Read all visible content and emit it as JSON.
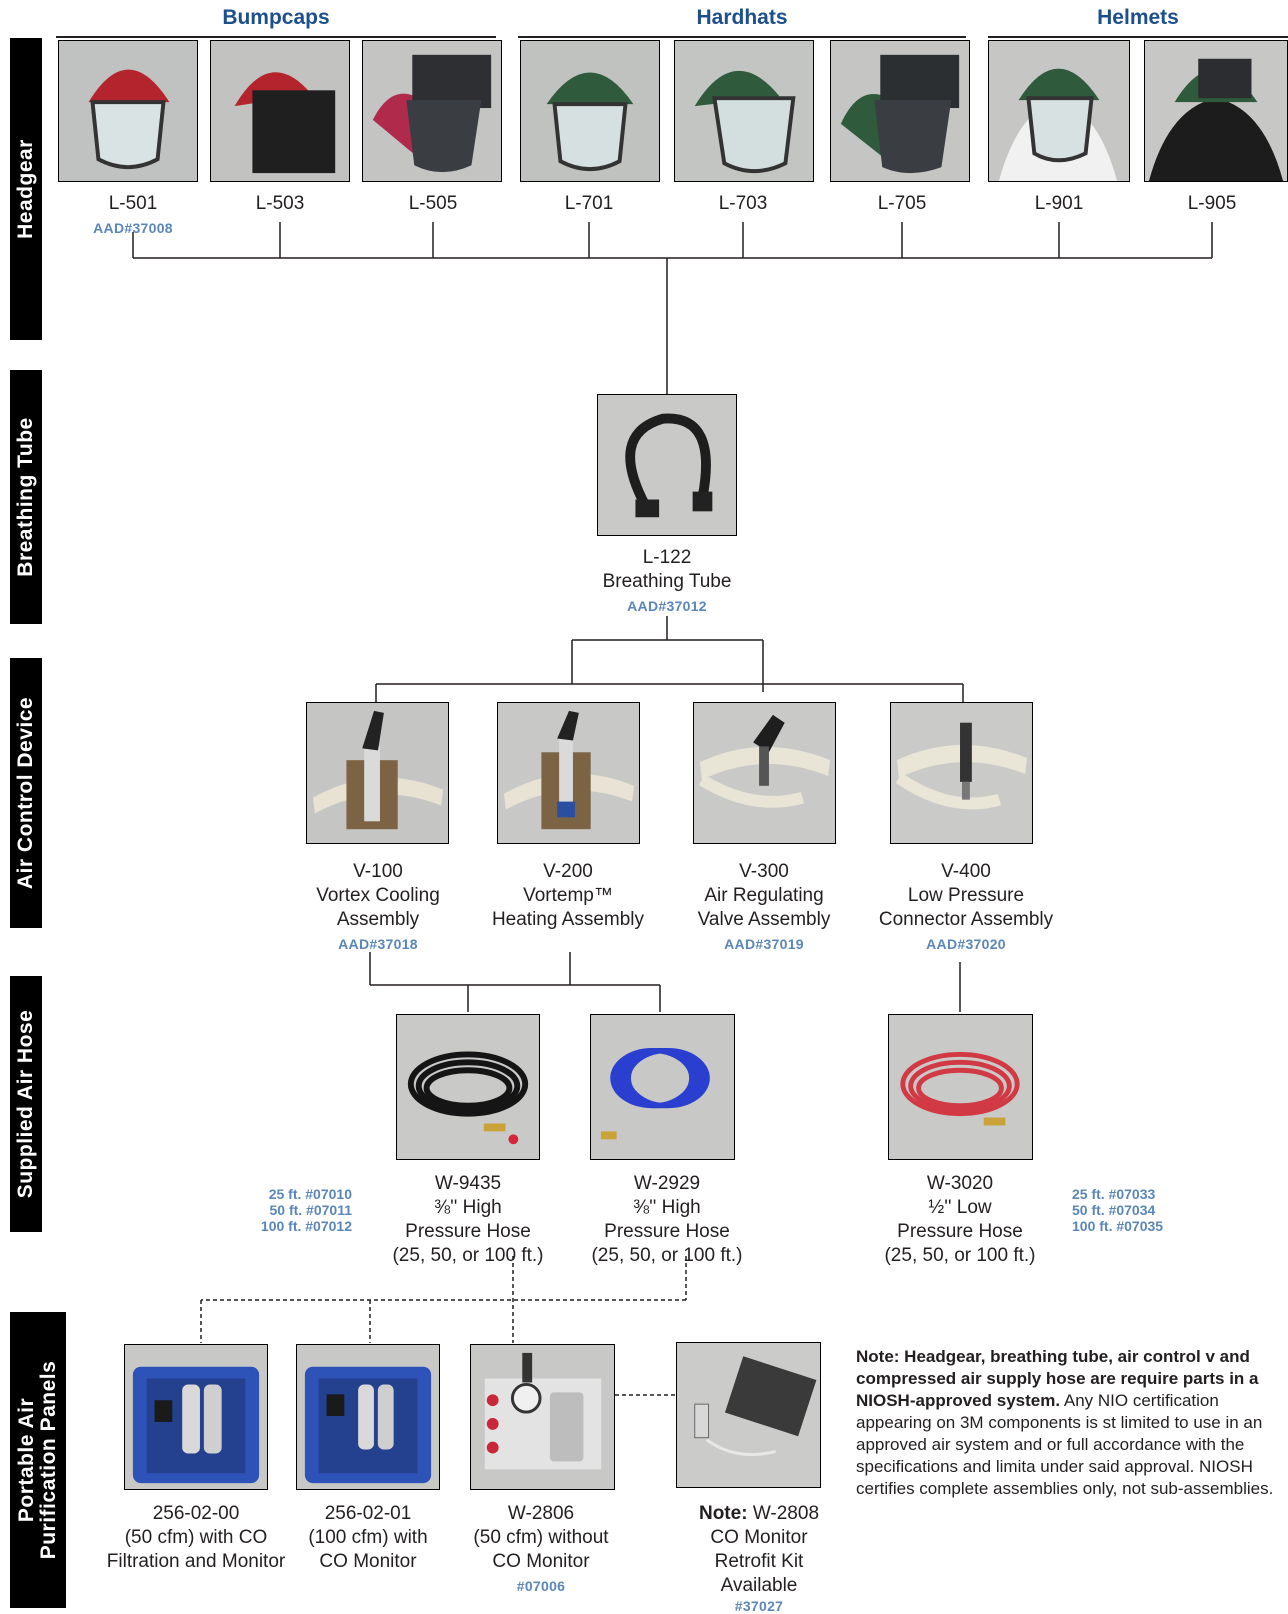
{
  "sections": {
    "headgear": "Headgear",
    "breathing_tube": "Breathing Tube",
    "air_control": "Air Control Device",
    "supplied_hose": "Supplied Air Hose",
    "panels_line1": "Portable Air",
    "panels_line2": "Purification Panels"
  },
  "groups": {
    "bumpcaps": "Bumpcaps",
    "hardhats": "Hardhats",
    "helmets": "Helmets"
  },
  "headgear": [
    {
      "model": "L-501",
      "aad": "AAD#37008"
    },
    {
      "model": "L-503"
    },
    {
      "model": "L-505"
    },
    {
      "model": "L-701"
    },
    {
      "model": "L-703"
    },
    {
      "model": "L-705"
    },
    {
      "model": "L-901"
    },
    {
      "model": "L-905"
    }
  ],
  "tube": {
    "model": "L-122",
    "name": "Breathing Tube",
    "aad": "AAD#37012"
  },
  "control": [
    {
      "model": "V-100",
      "line1": "Vortex Cooling",
      "line2": "Assembly",
      "aad": "AAD#37018"
    },
    {
      "model": "V-200",
      "line1": "Vortemp™",
      "line2": "Heating Assembly"
    },
    {
      "model": "V-300",
      "line1": "Air Regulating",
      "line2": "Valve Assembly",
      "aad": "AAD#37019"
    },
    {
      "model": "V-400",
      "line1": "Low Pressure",
      "line2": "Connector Assembly",
      "aad": "AAD#37020"
    }
  ],
  "hoses": [
    {
      "model": "W-9435",
      "line1": "⅜'' High",
      "line2": "Pressure Hose",
      "line3": "(25, 50, or 100 ft.)"
    },
    {
      "model": "W-2929",
      "line1": "⅜'' High",
      "line2": "Pressure Hose",
      "line3": "(25, 50, or 100 ft.)"
    },
    {
      "model": "W-3020",
      "line1": "½'' Low",
      "line2": "Pressure Hose",
      "line3": "(25, 50, or 100 ft.)"
    }
  ],
  "lengths_left": [
    "25 ft. #07010",
    "50 ft. #07011",
    "100 ft. #07012"
  ],
  "lengths_right": [
    "25 ft. #07033",
    "50 ft. #07034",
    "100 ft. #07035"
  ],
  "panels": [
    {
      "model": "256-02-00",
      "line1": "(50 cfm) with CO",
      "line2": "Filtration and Monitor"
    },
    {
      "model": "256-02-01",
      "line1": "(100 cfm) with",
      "line2": "CO Monitor"
    },
    {
      "model": "W-2806",
      "line1": "(50 cfm) without",
      "line2": "CO Monitor",
      "aad": "#07006"
    }
  ],
  "retrofit": {
    "note_bold": "Note:",
    "model": "W-2808",
    "line1": "CO Monitor",
    "line2": "Retrofit Kit",
    "line3": "Available",
    "aad": "#37027"
  },
  "footnote": {
    "bold": "Note: Headgear, breathing tube, air control v and compressed air supply hose are require parts in a NIOSH-approved system.",
    "normal": "Any NIO certification appearing on 3M components is st limited to use in an approved air system and or full accordance with the specifications and limita under said approval. NIOSH certifies complete assemblies only, not sub-assemblies."
  }
}
